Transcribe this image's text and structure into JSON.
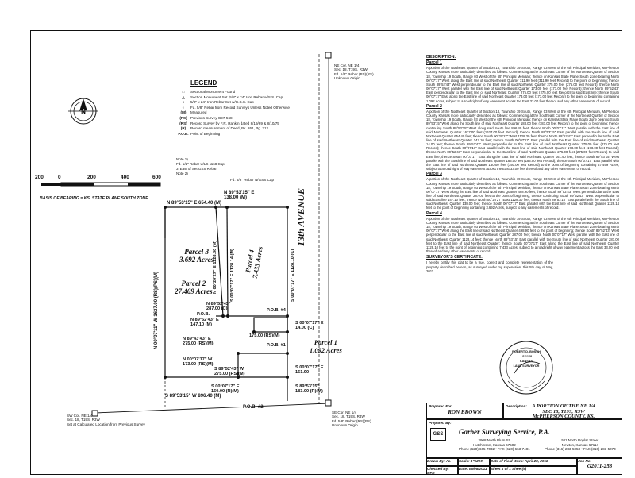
{
  "legend": {
    "title": "LEGEND",
    "items": [
      {
        "symbol": "□",
        "text": "Sectional Monument Found"
      },
      {
        "symbol": "△",
        "text": "Section Monument Set (5/8\" x 24\" Iron Rebar w/S.S. Cap"
      },
      {
        "symbol": "●",
        "text": "5/8\" x 24\" Iron Rebar Set w/G.S.S. Cap"
      },
      {
        "symbol": "○",
        "text": "Fd. 5/8\" Rebar from Record Surveys Unless Noted Otherwise"
      },
      {
        "symbol": "(M)",
        "text": "Measured"
      },
      {
        "symbol": "(PS)",
        "text": "Previous Survey G97-568"
      },
      {
        "symbol": "(RS)",
        "text": "Record Survey by F.R. Rankin dated 8/19/69 & 8/10/75"
      },
      {
        "symbol": "(R)",
        "text": "Record measurement of Deed, Bk. 261, Pg. 312"
      },
      {
        "symbol": "P.O.B.",
        "text": "Point of Beginning"
      }
    ],
    "notes": [
      "Note 1)",
      "Fd. 1/2\" Rebar w/LS 1168 Cap",
      "3' East of Set GSS Rebar",
      "Note 2)"
    ]
  },
  "scale": {
    "ticks": [
      "200",
      "0",
      "200",
      "400",
      "600"
    ],
    "basis": "BASIS OF BEARING = KS. STATE PLANE SOUTH ZONE"
  },
  "plat": {
    "road": "13th AVENUE",
    "ne_corner": [
      "NE Cor. NE 1/4",
      "Sec. 18, T19S, R3W",
      "Fd. 5/8\" Rebar (PS)(RS)",
      "Unknown Origin"
    ],
    "sw_corner": [
      "SW Cor. NE 1/4",
      "Sec. 18, T19S, R3W",
      "Set at Calculated Location from Previous Survey"
    ],
    "se_corner": [
      "SE Cor. NE 1/4",
      "Sec. 18, T19S, R3W",
      "Fd. 5/8\" Rebar (RS)(PS)",
      "Unknown Origin"
    ],
    "fd_cap": "Fd. 5/8\" Rebar w/GSS Cap",
    "parcels": [
      {
        "name": "Parcel 3",
        "area": "3.692 Acres"
      },
      {
        "name": "Parcel 2",
        "area": "27.469 Acres"
      },
      {
        "name": "Parcel 4",
        "area": "7.433 Acres"
      },
      {
        "name": "Parcel 1",
        "area": "1.092 Acres"
      }
    ],
    "calls": {
      "top1": "N 89°53'15\" E",
      "top1_dist": "138.00 (M)",
      "top2": "N 89°53'15\" E   654.40 (M)",
      "west": "N 00°07'11\" W  1627.00 (RS)(PS)(M)",
      "mid1": "N 00°20'27\" E",
      "mid1_dist": "1128.30 (M)",
      "mid2": "S 00°07'17\" E  1128.14 (M)",
      "east": "S 00°07'17\" E  1128.10 (C)",
      "c1a": "N 89°52'43\"",
      "c1b": "287.00 (C)",
      "c2a": "N 89°52'43\" E",
      "c2b": "147.10 (M)",
      "c3a": "N 89°43'43\" E",
      "c3b": "275.00 (RS)(M)",
      "c4a": "N 00°07'17\" W",
      "c4b": "173.00 (RS)(M)",
      "c5a": "S 89°52'43\" W",
      "c5b": "275.00 (RS)(M)",
      "c6a": "S 00°07'17\" E",
      "c6b": "160.00 (R)(M)",
      "c7a": "S 00°07'17\" E",
      "c7b": "161.90",
      "c8a": "S 89°53'15\"",
      "c8b": "183.00 (R)(M)",
      "c9a": "S 00°07'17\" E",
      "c9b": "14.00 (C)",
      "c10": "175.00 (RS)(M)",
      "south": "S 89°53'15\" W   896.40 (M)",
      "pob2": "P.O.B. #2",
      "pob4": "P.O.B. #4",
      "pob3": "P.O.B.",
      "pob1": "P.O.B. #1"
    }
  },
  "description": {
    "heading": "DESCRIPTION:",
    "parcels": [
      {
        "title": "Parcel 1",
        "text": "A portion of the Northeast Quarter of Section 18, Township 19 South, Range 03 West of the 6th Principal Meridian, McPherson County, Kansas more particularly described as follows: Commencing at the Southeast Corner of the Northeast Quarter of Section 18, Township 19 South, Range 03 West of the 6th Principal Meridian; thence on Kansas State Plane South Zone bearing North 00°07'17\" West along the East line of said Northeast Quarter 311.90 feet (311.90 feet Record) to the point of beginning; thence South 89°52'43\" West perpendicular to the East line of said Northeast Quarter 275.00 feet (275.00 feet Record); thence North 00°07'17\" West parallel with the East line of said Northeast Quarter 173.00 feet (173.00 feet Record); thence North 89°52'43\" East perpendicular to the East line of said Northeast Quarter 275.00 feet (275.00 feet Record) to said East line; thence South 00°07'17\" East along the East line of said Northeast Quarter 173.00 feet (173.00 feet Record) to the point of beginning containing 1.092 Acres, subject to a road right of way easement across the East 33.00 feet thereof and any other easements of record."
      },
      {
        "title": "Parcel 2",
        "text": "A portion of the Northeast Quarter of Section 18, Township 19 South, Range 03 West of the 6th Principal Meridian, McPherson County, Kansas more particularly described as follows: Commencing at the Southeast Corner of the Northeast Quarter of Section 18, Township 19 South, Range 03 West of the 6th Principal Meridian; thence on Kansas State Plane South Zone bearing South 89°53'15\" West along the South line of said Northeast Quarter 183.00 feet (183.00 feet Record) to the point of beginning; thence continuing South 89°53'15\" West along said South line 896.40 feet; thence North 00°07'11\" West parallel with the East line of said Northeast Quarter 1627.00 feet (1627.00 feet Record); thence North 89°53'15\" East parallel with the South line of said Northeast Quarter 654.40 feet; thence South 00°20'27\" West 1128.30 feet; thence North 89°52'43\" East perpendicular to the East line of said Northeast Quarter 147.10 feet; thence South 00°07'17\" East parallel with the East line of said Northeast Quarter 14.00 feet; thence South 89°52'43\" West perpendicular to the East line of said Northeast Quarter 275.00 feet (275.00 feet Record); thence South 00°07'17\" East parallel with the East line of said Northeast Quarter 173.00 feet (173.00 feet Record); thence North 89°52'43\" East perpendicular to the East line of said Northeast Quarter 275.00 feet (275.00 feet Record) to said East line; thence South 00°07'17\" East along the East line of said Northeast Quarter 161.90 feet; thence South 89°53'15\" West parallel with the South line of said Northeast Quarter 183.00 feet (183.00 feet Record); thence South 00°07'17\" East parallel with the East line of said Northeast Quarter 150.00 feet (150.00 feet Record) to the point of beginning containing 27.469 Acres, subject to a road right of way easement across the East 33.00 feet thereof and any other easements of record."
      },
      {
        "title": "Parcel 3",
        "text": "A portion of the Northeast Quarter of Section 18, Township 19 South, Range 03 West of the 6th Principal Meridian, McPherson County, Kansas more particularly described as follows: Commencing at the Southeast Corner of the Northeast Quarter of Section 18, Township 19 South, Range 03 West of the 6th Principal Meridian; thence on Kansas State Plane South Zone bearing North 00°07'17\" West along the East line of said Northeast Quarter 498.90 feet; thence South 89°52'43\" West perpendicular to the East line of said Northeast Quarter 287.00 feet to the point of beginning; thence continuing South 89°52'43\" West perpendicular to said East line 147.10 feet; thence North 00°20'27\" East 1128.30 feet; thence North 89°53'15\" East parallel with the South line of said Northeast Quarter 138.00 feet; thence South 00°07'17\" East parallel with the East line of said Northeast Quarter 1128.14 feet to the point of beginning containing 3.692 Acres, subject to any easements of record."
      },
      {
        "title": "Parcel 4",
        "text": "A portion of the Northeast Quarter of Section 18, Township 19 South, Range 03 West of the 6th Principal Meridian, McPherson County, Kansas more particularly described as follows: Commencing at the Southeast Corner of the Northeast Quarter of Section 18, Township 19 South, Range 03 West of the 6th Principal Meridian; thence on Kansas State Plane South Zone bearing North 00°07'17\" West along the East line of said Northeast Quarter 498.90 feet to the point of beginning; thence South 89°52'43\" West perpendicular to the East line of said Northeast Quarter 287.00 feet; thence North 00°07'17\" West parallel with the East line of said Northeast Quarter 1128.14 feet; thence North 89°53'15\" East parallel with the South line of said Northeast Quarter 287.00 feet to the East line of said Northeast Quarter; thence South 00°07'17\" East along the East line of said Northeast Quarter 1128.10 feet to the point of beginning containing 7.433 Acres, subject to a road right of way easement across the East 33.00 feet thereof and any other easements of record."
      }
    ],
    "cert_heading": "SURVEYOR'S CERTIFICATE:",
    "cert_text": "I hereby certify this plat to be a true, correct and complete representation of the property described hereon, as surveyed under my supervision, this 5th day of May, 2011.",
    "seal": [
      "ROBERT D. BOSCH",
      "LS-1168",
      "KANSAS",
      "LAND SURVEYOR"
    ]
  },
  "title_block": {
    "prepared_for_label": "Prepared For:",
    "prepared_for": "RON BROWN",
    "description_label": "Description:",
    "desc_lines": [
      "A PORTION OF THE NE 1/4",
      "SEC 18, T19S, R3W",
      "McPHERSON COUNTY, KS."
    ],
    "prepared_by_label": "Prepared By:",
    "logo": "GSS",
    "company": "Garber Surveying Service, P.A.",
    "office1": [
      "2908 North Plum St.",
      "Hutchinson, Kansas 67502",
      "Phone (620) 665-7032 • FAX (620) 663-7481"
    ],
    "office2": [
      "511 North Poplar Street",
      "Newton, Kansas 67114",
      "Phone (316) 283-5053 • FAX (316) 283-5073"
    ],
    "drawn_by": "Drawn By: AL",
    "checked_by": "Checked By: NDS",
    "scale": "Scale: 1\"=200'",
    "date": "Date: 05/05/2011",
    "field_work": "Date of Field Work: April 28, 2011",
    "sheet": "Sheet 1 of 1 Sheet(s)",
    "job_label": "Job No:",
    "job_no": "G2011-253"
  }
}
